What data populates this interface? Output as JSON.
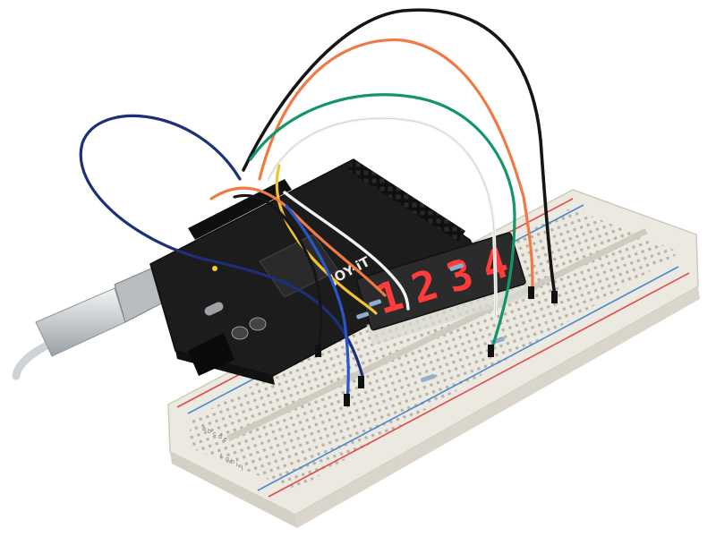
{
  "display": {
    "digits": [
      "1",
      "2",
      "3",
      "4"
    ],
    "segment_color": "#ff3b3b",
    "housing_color": "#2b2b2b"
  },
  "board": {
    "silkscreen": "JOY-iT",
    "color": "#1c1c1c"
  },
  "breadboard": {
    "row_letters": [
      "a",
      "b",
      "c",
      "d",
      "e",
      "f",
      "g",
      "h",
      "i",
      "j"
    ],
    "rail_red": "#e04a4a",
    "rail_blue": "#4a8ad0",
    "body_color": "#ece9e1"
  },
  "wires": [
    {
      "name": "navy-blue",
      "color": "#1e2f7a"
    },
    {
      "name": "black",
      "color": "#151515"
    },
    {
      "name": "orange",
      "color": "#f07a45"
    },
    {
      "name": "green",
      "color": "#13956c"
    },
    {
      "name": "white",
      "color": "#f4f4f4"
    },
    {
      "name": "yellow",
      "color": "#f1c232"
    },
    {
      "name": "blue",
      "color": "#2a55c8"
    }
  ],
  "usb_cable": {
    "color": "#cfd3d6"
  }
}
